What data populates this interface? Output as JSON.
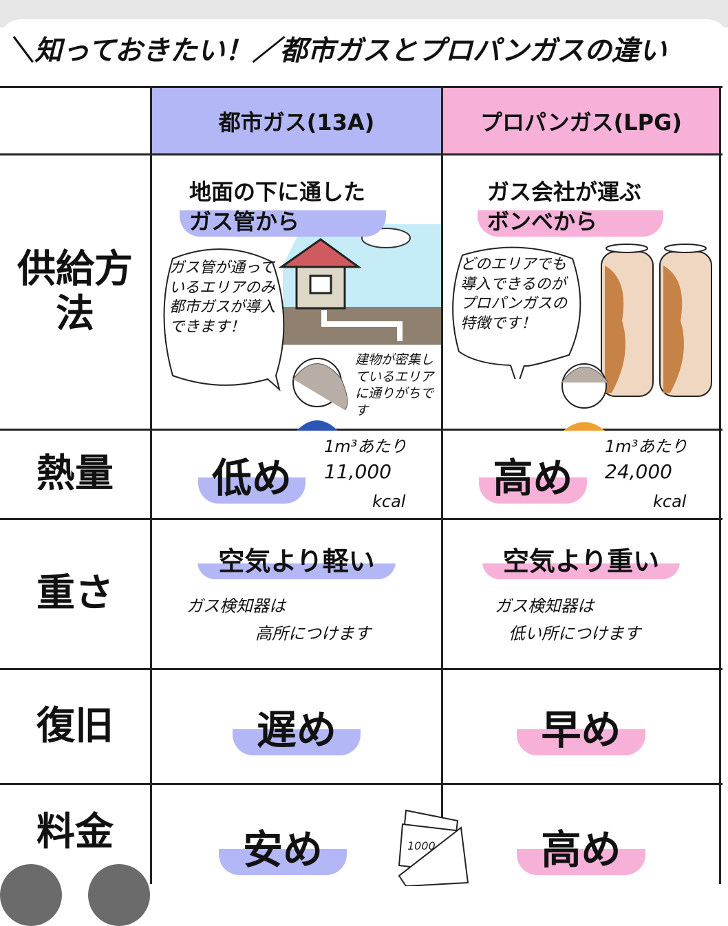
{
  "title": "＼知っておきたい！／都市ガスとプロパンガスの違い",
  "columns": [
    {
      "label": "都市ガス(13A)",
      "color": "#b3b7f5"
    },
    {
      "label": "プロパンガス(LPG)",
      "color": "#f7b0d7"
    }
  ],
  "rows": {
    "supply": {
      "label": "供給方法",
      "city": {
        "main": "地面の下に通したガス管から",
        "bubble": "ガス管が通っているエリアのみ都市ガスが導入できます！",
        "note": "建物が密集しているエリアに通りがちです"
      },
      "lpg": {
        "main": "ガス会社が運ぶボンベから",
        "bubble": "どのエリアでも導入できるのがプロパンガスの特徴です！"
      }
    },
    "heat": {
      "label": "熱量",
      "city": {
        "main": "低め",
        "note_unit": "1m³あたり",
        "note_value": "11,000",
        "note_kcal": "kcal"
      },
      "lpg": {
        "main": "高め",
        "note_unit": "1m³あたり",
        "note_value": "24,000",
        "note_kcal": "kcal"
      }
    },
    "weight": {
      "label": "重さ",
      "city": {
        "main": "空気より軽い",
        "note1": "ガス検知器は",
        "note2": "高所につけます"
      },
      "lpg": {
        "main": "空気より重い",
        "note1": "ガス検知器は",
        "note2": "低い所につけます"
      }
    },
    "recovery": {
      "label": "復旧",
      "city": {
        "main": "遅め"
      },
      "lpg": {
        "main": "早め"
      }
    },
    "price": {
      "label": "料金",
      "city": {
        "main": "安め"
      },
      "lpg": {
        "main": "高め"
      },
      "bill": "1000"
    }
  }
}
